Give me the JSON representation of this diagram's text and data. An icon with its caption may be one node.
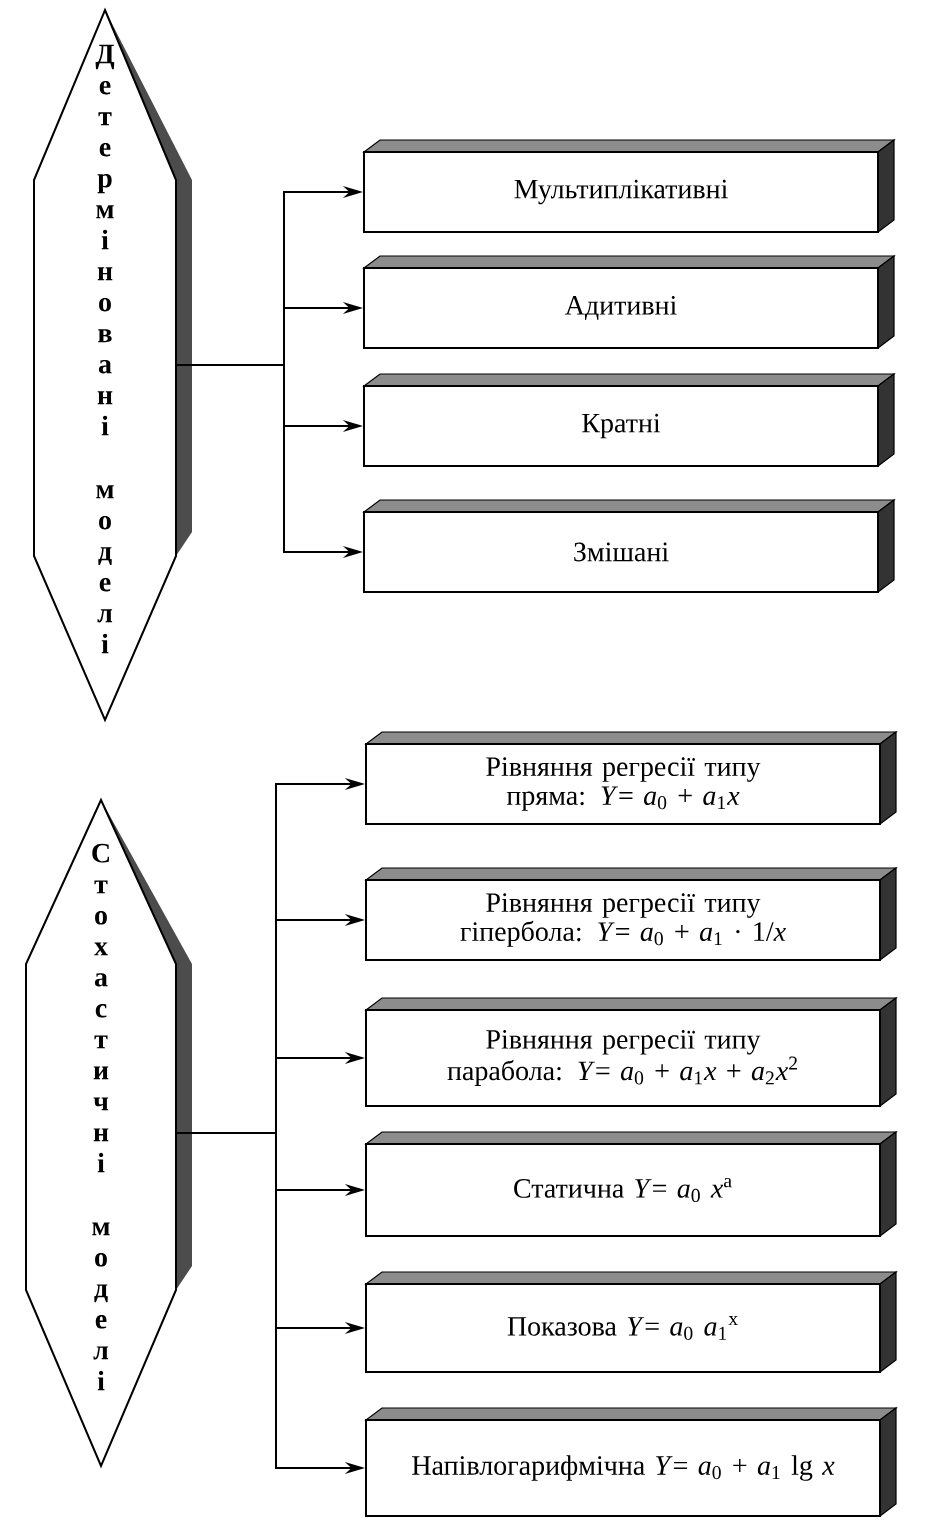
{
  "diagram": {
    "nodes": [
      {
        "text": [
          "Детерміновані моделі"
        ]
      },
      {
        "text": [
          "Мультиплікативні"
        ]
      },
      {
        "text": [
          "Адитивні"
        ]
      },
      {
        "text": [
          "Кратні"
        ]
      },
      {
        "text": [
          "Змішані"
        ]
      },
      {
        "text": [
          "Стохастичні моделі"
        ]
      },
      {
        "text": [
          "Рівняння регресії типу пряма: *Y*= *a*$_{0}$ + *a*$_{1}$*x*"
        ]
      },
      {
        "text": [
          "Рівняння регресії типу гіпербола: *Y*= *a*$_{0}$ + *a*$_{1}$ · 1/*x*"
        ]
      },
      {
        "text": [
          "Рівняння регресії типу парабола: *Y*= *a*$_{0}$ + *a*$_{1}$*x* + *a*$_{2}$*x*$^{2}$"
        ]
      },
      {
        "text": [
          "Статична *Y*= *a*$_{0}$ *x*$^{a}$"
        ]
      },
      {
        "text": [
          "Показова *Y*= *a*$_{0}$ *a*$_{1}$$^{x}$"
        ]
      },
      {
        "text": [
          "Напівлогарифмічна *Y*= *a*$_{0}$ + *a*$_{1}$ lg *x*"
        ]
      }
    ],
    "edges": [
      {
        "from": 0,
        "to": 1,
        "arrow": "to"
      },
      {
        "from": 0,
        "to": 2,
        "arrow": "to"
      },
      {
        "from": 0,
        "to": 3,
        "arrow": "to"
      },
      {
        "from": 0,
        "to": 4,
        "arrow": "to"
      },
      {
        "from": 5,
        "to": 6,
        "arrow": "to"
      },
      {
        "from": 5,
        "to": 7,
        "arrow": "to"
      },
      {
        "from": 5,
        "to": 8,
        "arrow": "to"
      },
      {
        "from": 5,
        "to": 9,
        "arrow": "to"
      },
      {
        "from": 5,
        "to": 10,
        "arrow": "to"
      },
      {
        "from": 5,
        "to": 11,
        "arrow": "to"
      }
    ]
  }
}
